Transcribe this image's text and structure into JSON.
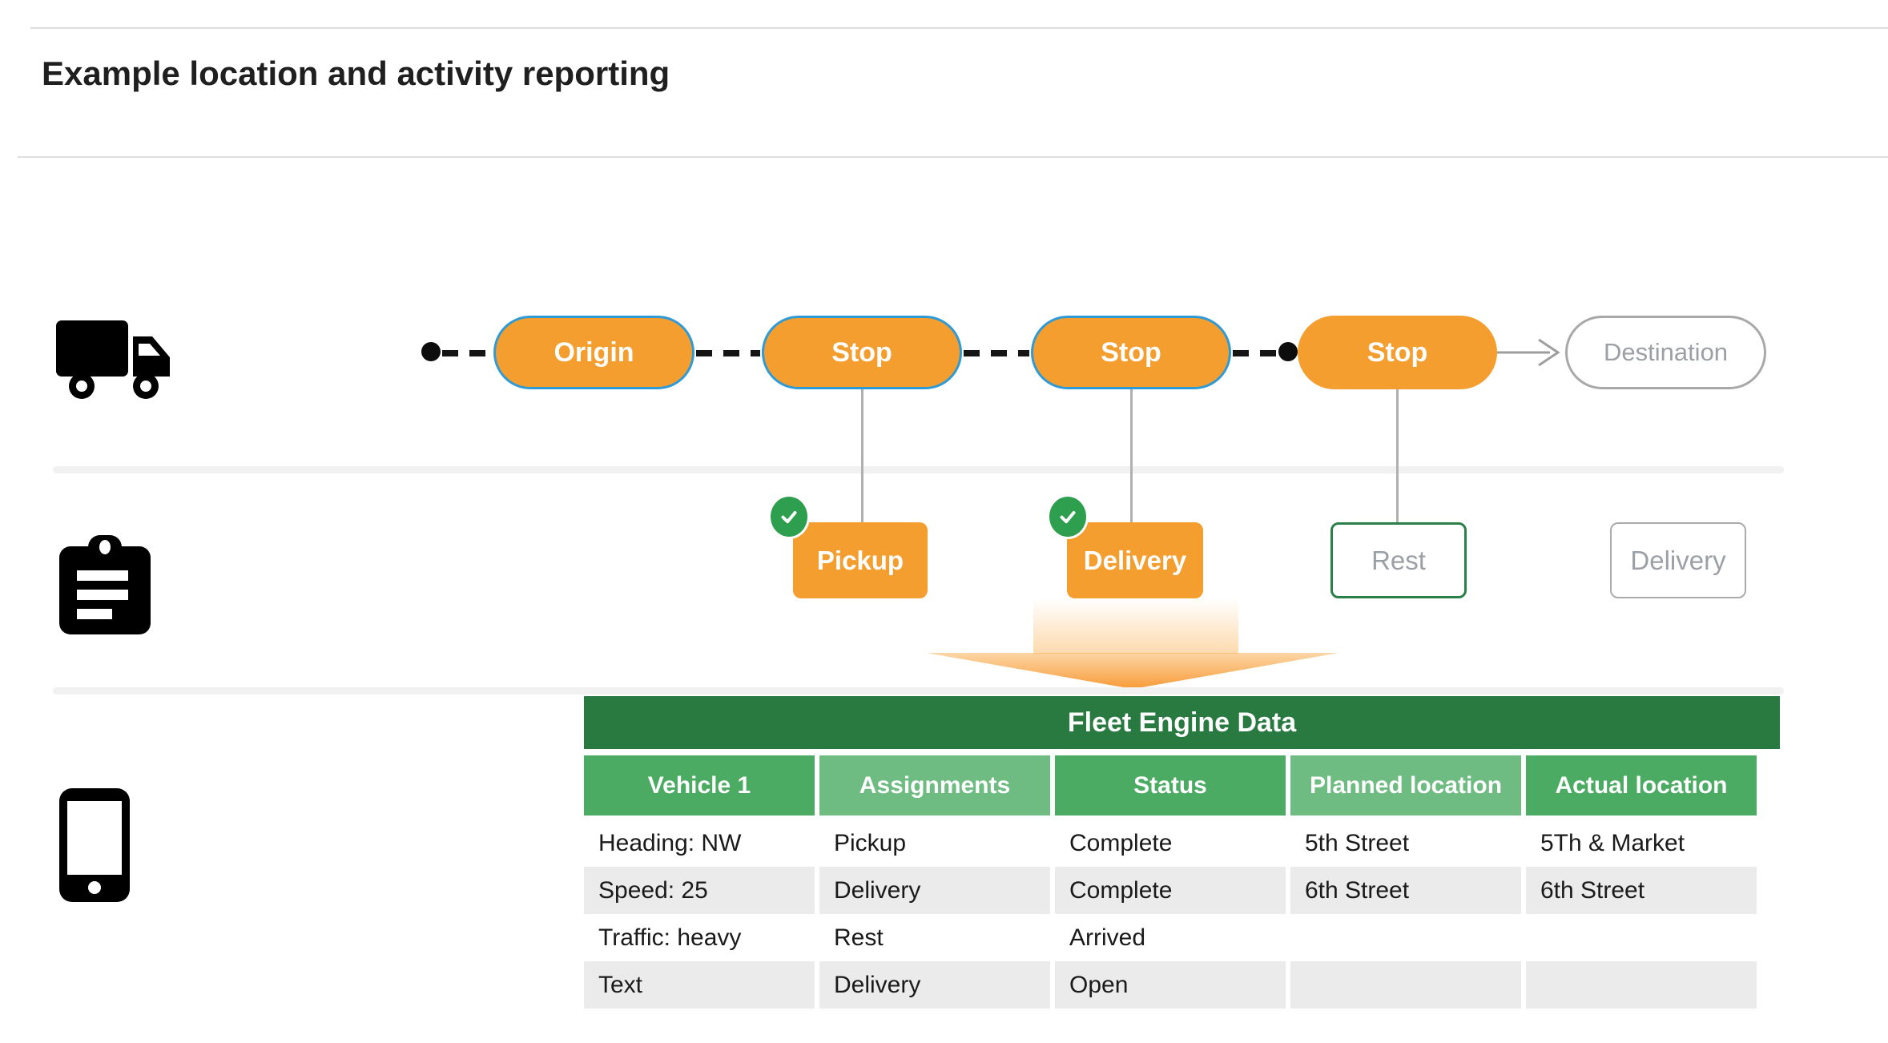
{
  "title": "Example location and activity reporting",
  "route": {
    "stops": [
      {
        "label": "Origin"
      },
      {
        "label": "Stop"
      },
      {
        "label": "Stop"
      },
      {
        "label": "Stop"
      },
      {
        "label": "Destination"
      }
    ]
  },
  "activities": [
    {
      "label": "Pickup",
      "state": "completed"
    },
    {
      "label": "Delivery",
      "state": "completed"
    },
    {
      "label": "Rest",
      "state": "active"
    },
    {
      "label": "Delivery",
      "state": "upcoming"
    }
  ],
  "table": {
    "title": "Fleet Engine Data",
    "columns": [
      "Vehicle 1",
      "Assignments",
      "Status",
      "Planned location",
      "Actual location"
    ],
    "rows": [
      [
        "Heading: NW",
        "Pickup",
        "Complete",
        "5th Street",
        "5Th & Market"
      ],
      [
        "Speed: 25",
        "Delivery",
        "Complete",
        "6th Street",
        "6th Street"
      ],
      [
        "Traffic: heavy",
        "Rest",
        "Arrived",
        "",
        ""
      ],
      [
        "Text",
        "Delivery",
        "Open",
        "",
        ""
      ]
    ]
  },
  "colors": {
    "orange": "#F49E2F",
    "blue_outline": "#2E9AD6",
    "dark_green": "#287A41",
    "medium_green": "#4BAB63",
    "light_green": "#6FBC83",
    "check_green": "#2E9E4F",
    "muted_text": "#9AA0A6",
    "row_stripe": "#EBEBEB"
  }
}
